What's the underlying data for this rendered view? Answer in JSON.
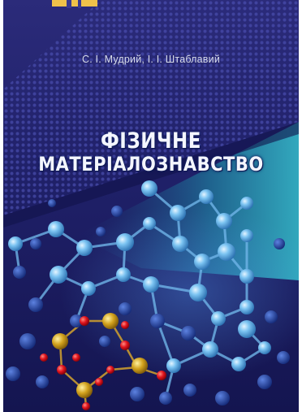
{
  "book": {
    "authors": "С. І. Мудрий, І. І. Штаблавий",
    "title_line1": "ФІЗИЧНЕ",
    "title_line2": "МАТЕРІАЛОЗНАВСТВО"
  },
  "colors": {
    "background": "#1b1c5e",
    "teal": "#2aa7b8",
    "atom_blue": "#7cc4f2",
    "atom_dark": "#1f3fa0",
    "atom_red": "#e0141e",
    "atom_gold": "#d2a21e",
    "top_tab": "#f0c24a"
  }
}
